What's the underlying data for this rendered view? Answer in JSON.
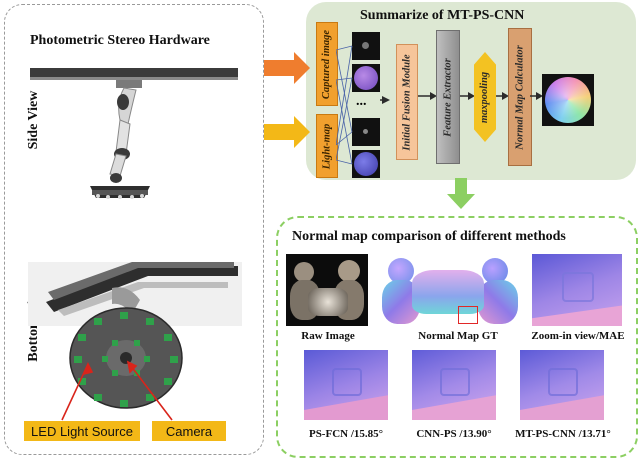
{
  "hardware": {
    "title": "Photometric Stereo Hardware",
    "side_view_label": "Side View",
    "bottom_view_label": "Bottom View",
    "led_label": "LED Light Source",
    "camera_label": "Camera"
  },
  "pipeline": {
    "title": "Summarize of MT-PS-CNN",
    "captured_image": "Captured image",
    "light_map": "Light-map",
    "ellipsis": "...",
    "initial_fusion": "Initial Fusion Module",
    "feature_extractor": "Feature Extractor",
    "maxpooling": "maxpooling",
    "normal_map_calculator": "Normal Map Calculator"
  },
  "comparison": {
    "title": "Normal map comparison of different methods",
    "raw_image": "Raw Image",
    "normal_map_gt": "Normal Map GT",
    "zoom_in": "Zoom-in view/MAE",
    "ps_fcn": "PS-FCN /15.85°",
    "cnn_ps": "CNN-PS /13.90°",
    "mt_ps_cnn": "MT-PS-CNN /13.71°"
  },
  "colors": {
    "pipeline_bg": "#dde8d3",
    "orange": "#f1a02e",
    "yellow": "#f3b817",
    "green_arrow": "#8ccf62",
    "fusion": "#f6c59a",
    "feature": "#a9a9a9",
    "maxpool": "#f3c222",
    "calculator": "#d9a070"
  }
}
